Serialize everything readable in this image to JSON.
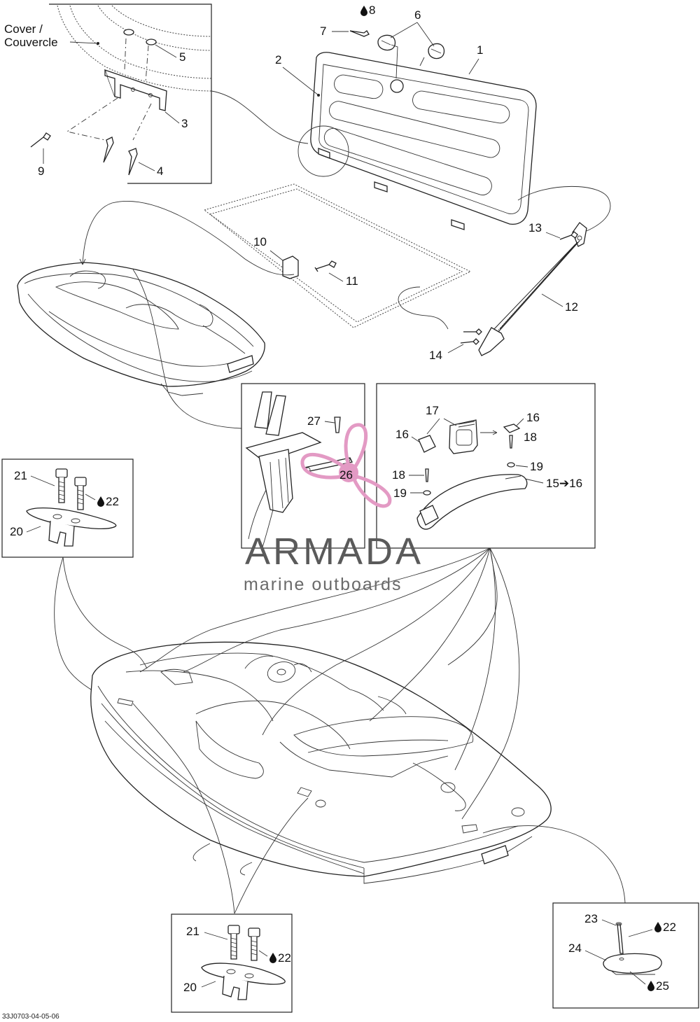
{
  "labels": {
    "cover": "Cover /",
    "couvercle": "Couvercle",
    "p1": "1",
    "p2": "2",
    "p3": "3",
    "p4": "4",
    "p5": "5",
    "p6": "6",
    "p7": "7",
    "p8": "8",
    "p9": "9",
    "p10": "10",
    "p11": "11",
    "p12": "12",
    "p13": "13",
    "p14": "14",
    "p15": "15➔16",
    "p16a": "16",
    "p16b": "16",
    "p17": "17",
    "p18a": "18",
    "p18b": "18",
    "p19a": "19",
    "p19b": "19",
    "p20a": "20",
    "p20b": "20",
    "p21a": "21",
    "p21b": "21",
    "p22a": "22",
    "p22b": "22",
    "p22c": "22",
    "p23": "23",
    "p24": "24",
    "p25": "25",
    "p26": "26",
    "p27": "27"
  },
  "watermark": {
    "brand": "ARMADA",
    "tagline": "marine outboards"
  },
  "footer": {
    "drawing_code": "33J0703-04-05-06"
  },
  "colors": {
    "line": "#222222",
    "watermark_pink": "#e39ac4",
    "watermark_gray": "#5a5a5a"
  }
}
